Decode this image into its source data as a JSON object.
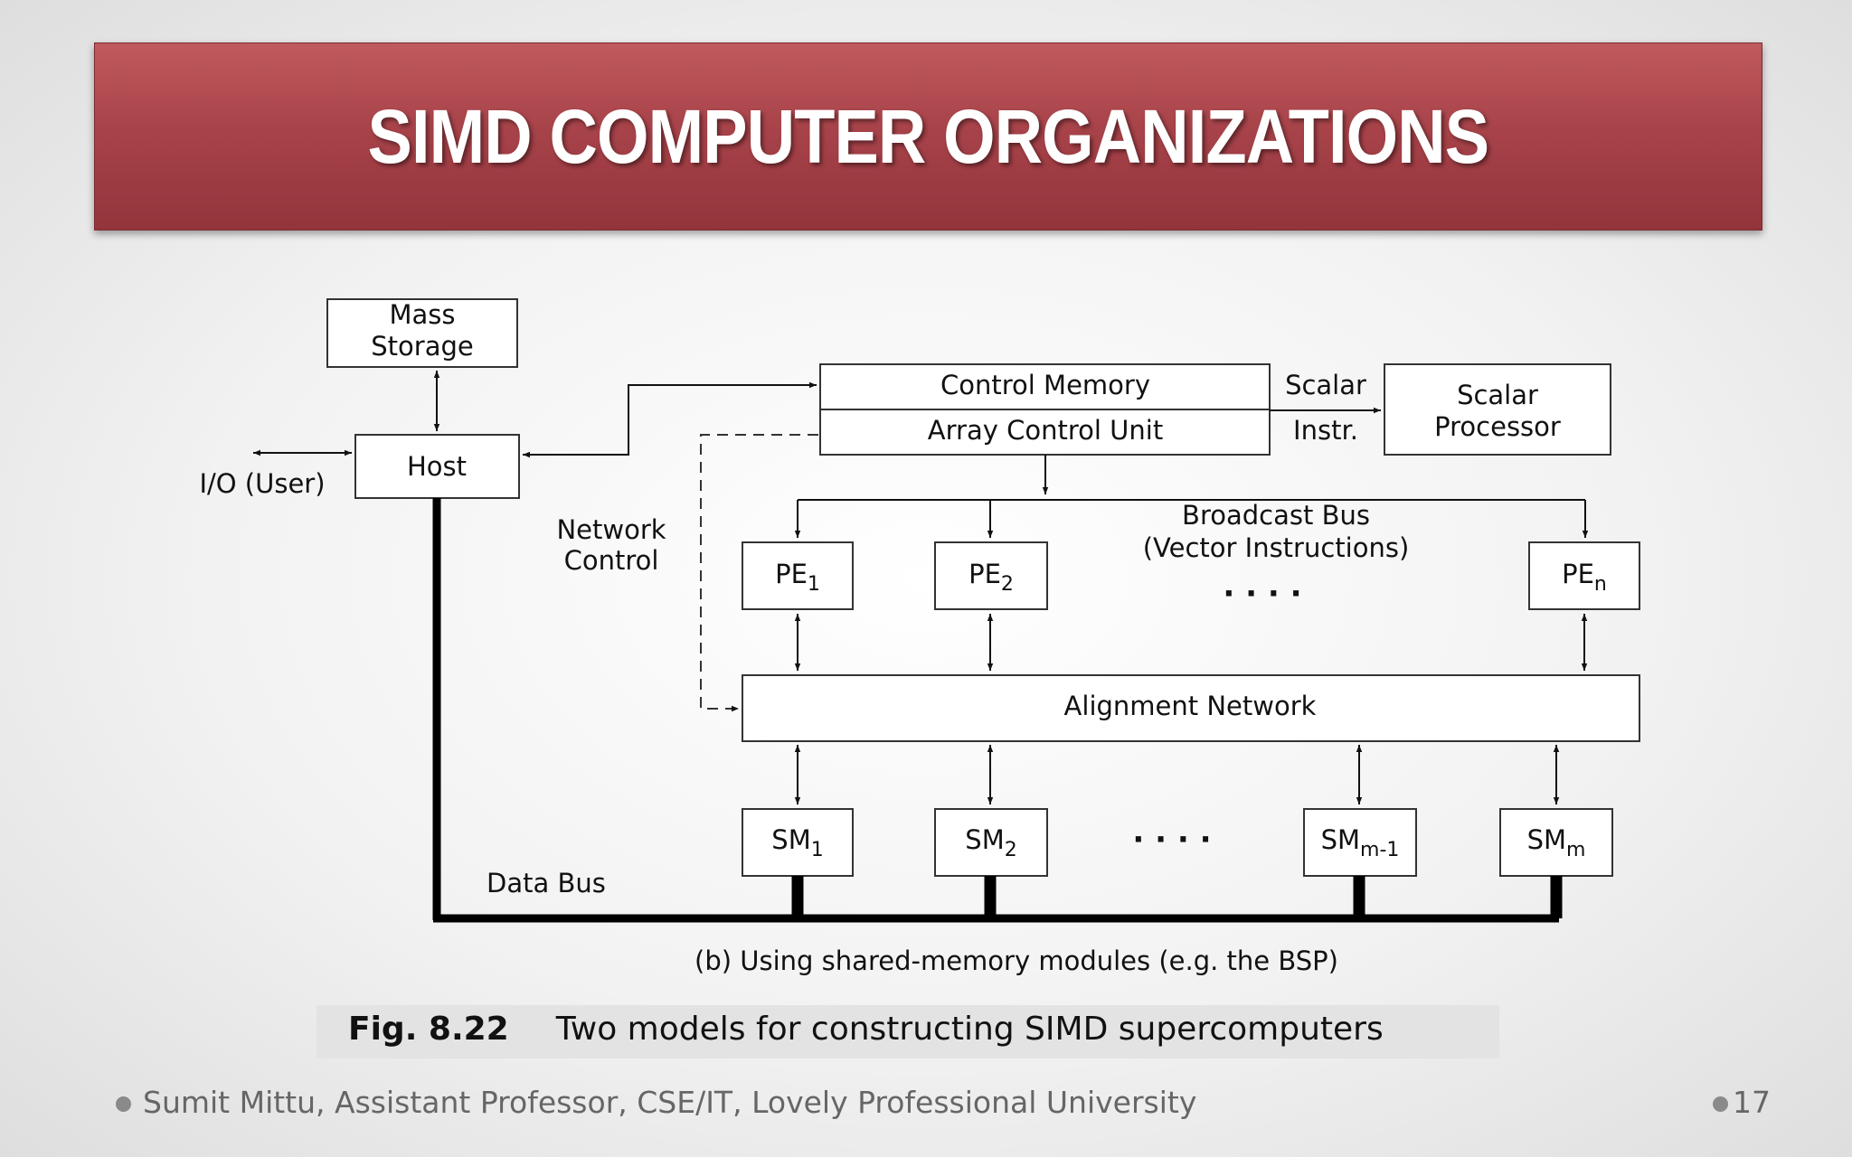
{
  "slide": {
    "title": "SIMD COMPUTER ORGANIZATIONS",
    "footer": "Sumit Mittu, Assistant Professor, CSE/IT,  Lovely Professional University",
    "page_number": "17"
  },
  "diagram": {
    "mass_storage": [
      "Mass",
      "Storage"
    ],
    "host": "Host",
    "io": "I/O (User)",
    "control_memory": "Control Memory",
    "array_control_unit": "Array Control Unit",
    "scalar_instr": [
      "Scalar",
      "Instr."
    ],
    "scalar_processor": [
      "Scalar",
      "Processor"
    ],
    "network_control": [
      "Network",
      "Control"
    ],
    "broadcast_bus": [
      "Broadcast Bus",
      "(Vector Instructions)"
    ],
    "pe": [
      {
        "base": "PE",
        "sub": "1"
      },
      {
        "base": "PE",
        "sub": "2"
      },
      {
        "base": "PE",
        "sub": "n"
      }
    ],
    "alignment_network": "Alignment Network",
    "sm": [
      {
        "base": "SM",
        "sub": "1"
      },
      {
        "base": "SM",
        "sub": "2"
      },
      {
        "base": "SM",
        "sub": "m-1"
      },
      {
        "base": "SM",
        "sub": "m"
      }
    ],
    "ellipsis": "· · · ·",
    "data_bus": "Data Bus",
    "subcaption": "(b) Using shared-memory modules (e.g. the BSP)"
  },
  "caption": {
    "fig_number": "Fig. 8.22",
    "text": "Two models for constructing SIMD supercomputers"
  }
}
